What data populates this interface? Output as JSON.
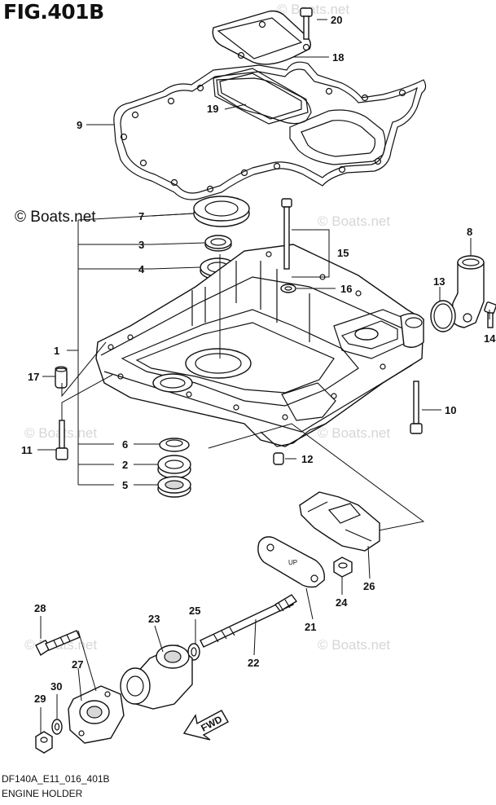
{
  "figure": {
    "title": "FIG.401B",
    "code": "DF140A_E11_016_401B",
    "name": "ENGINE HOLDER",
    "copyright": "© Boats.net",
    "watermark": "© Boats.net",
    "fwd_label": "FWD",
    "up_label": "UP"
  },
  "callouts": {
    "p1": "1",
    "p2": "2",
    "p3": "3",
    "p4": "4",
    "p5": "5",
    "p6": "6",
    "p7": "7",
    "p8": "8",
    "p9": "9",
    "p10": "10",
    "p11": "11",
    "p12": "12",
    "p13": "13",
    "p14": "14",
    "p15": "15",
    "p16": "16",
    "p17": "17",
    "p18": "18",
    "p19": "19",
    "p20": "20",
    "p21": "21",
    "p22": "22",
    "p23": "23",
    "p24": "24",
    "p25": "25",
    "p26": "26",
    "p27": "27",
    "p28": "28",
    "p29": "29",
    "p30": "30"
  }
}
